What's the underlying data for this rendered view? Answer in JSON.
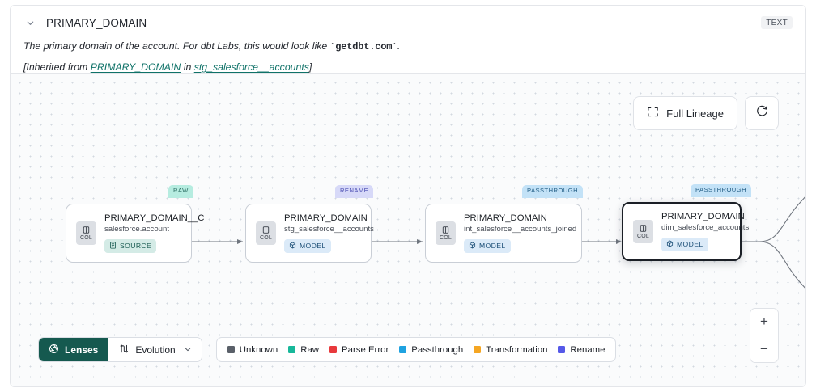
{
  "header": {
    "collapse_icon": "chevron-down-icon",
    "title": "PRIMARY_DOMAIN",
    "type_badge": "TEXT",
    "description_prefix": "The primary domain of the account. For dbt Labs, this would look like ",
    "description_code": "getdbt.com",
    "description_suffix": ".",
    "backtick": "`",
    "inherited_open": "[Inherited from ",
    "inherited_link1": "PRIMARY_DOMAIN",
    "inherited_mid": " in ",
    "inherited_link2": "stg_salesforce__accounts",
    "inherited_close": "]"
  },
  "canvas": {
    "full_lineage_label": "Full Lineage",
    "full_lineage_icon": "expand-icon",
    "refresh_icon": "refresh-icon",
    "zoom_in_label": "+",
    "zoom_out_label": "−"
  },
  "nodes": [
    {
      "lens": "RAW",
      "lens_class": "lens-raw",
      "col_label": "COL",
      "title": "PRIMARY_DOMAIN__C",
      "subtitle": "salesforce.account",
      "tag": "SOURCE",
      "tag_icon": "source-icon",
      "tag_class": "tag-source",
      "selected": false
    },
    {
      "lens": "RENAME",
      "lens_class": "lens-rename",
      "col_label": "COL",
      "title": "PRIMARY_DOMAIN",
      "subtitle": "stg_salesforce__accounts",
      "tag": "MODEL",
      "tag_icon": "model-icon",
      "tag_class": "tag-model",
      "selected": false
    },
    {
      "lens": "PASSTHROUGH",
      "lens_class": "lens-passthrough",
      "col_label": "COL",
      "title": "PRIMARY_DOMAIN",
      "subtitle": "int_salesforce__accounts_joined",
      "tag": "MODEL",
      "tag_icon": "model-icon",
      "tag_class": "tag-model",
      "selected": false
    },
    {
      "lens": "PASSTHROUGH",
      "lens_class": "lens-passthrough",
      "col_label": "COL",
      "title": "PRIMARY_DOMAIN",
      "subtitle": "dim_salesforce_accounts",
      "tag": "MODEL",
      "tag_icon": "model-icon",
      "tag_class": "tag-model",
      "selected": true
    }
  ],
  "bottom": {
    "lenses_label": "Lenses",
    "lenses_icon": "aperture-icon",
    "evolution_label": "Evolution",
    "evolution_icon": "evolution-icon",
    "evolution_chevron": "chevron-down-icon",
    "legend": [
      {
        "label": "Unknown",
        "color": "#5a6069"
      },
      {
        "label": "Raw",
        "color": "#18b89a"
      },
      {
        "label": "Parse Error",
        "color": "#e8393c"
      },
      {
        "label": "Passthrough",
        "color": "#1fa2e0"
      },
      {
        "label": "Transformation",
        "color": "#f5a623"
      },
      {
        "label": "Rename",
        "color": "#5659e8"
      }
    ]
  }
}
